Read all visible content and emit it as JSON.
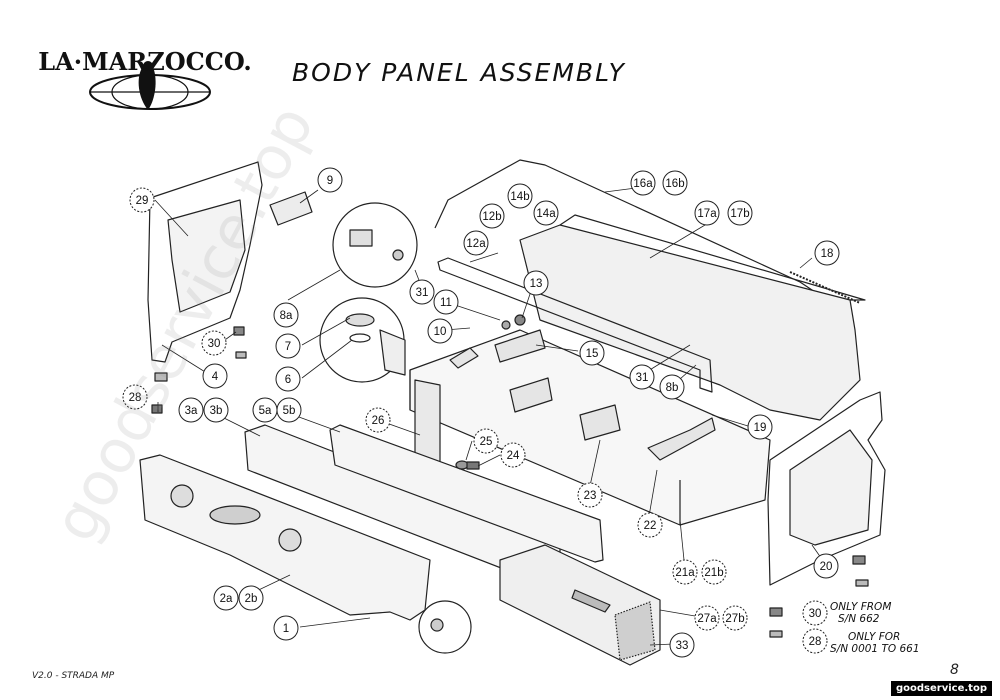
{
  "brand": {
    "logo_text": "LA·MARZOCCO."
  },
  "title": "BODY PANEL ASSEMBLY",
  "callouts": [
    {
      "id": "29",
      "solid": false
    },
    {
      "id": "9",
      "solid": true
    },
    {
      "id": "16a",
      "solid": true
    },
    {
      "id": "16b",
      "solid": true
    },
    {
      "id": "14b",
      "solid": true
    },
    {
      "id": "14a",
      "solid": true
    },
    {
      "id": "12b",
      "solid": true
    },
    {
      "id": "12a",
      "solid": true
    },
    {
      "id": "17a",
      "solid": true
    },
    {
      "id": "17b",
      "solid": true
    },
    {
      "id": "18",
      "solid": true
    },
    {
      "id": "13",
      "solid": true
    },
    {
      "id": "31",
      "solid": true
    },
    {
      "id": "8a",
      "solid": true
    },
    {
      "id": "11",
      "solid": true
    },
    {
      "id": "10",
      "solid": true
    },
    {
      "id": "7",
      "solid": true
    },
    {
      "id": "6",
      "solid": true
    },
    {
      "id": "30",
      "solid": false
    },
    {
      "id": "4",
      "solid": true
    },
    {
      "id": "15",
      "solid": true
    },
    {
      "id": "31",
      "solid": true
    },
    {
      "id": "8b",
      "solid": true
    },
    {
      "id": "28",
      "solid": false
    },
    {
      "id": "3a",
      "solid": true
    },
    {
      "id": "3b",
      "solid": true
    },
    {
      "id": "5a",
      "solid": true
    },
    {
      "id": "5b",
      "solid": true
    },
    {
      "id": "26",
      "solid": false
    },
    {
      "id": "19",
      "solid": true
    },
    {
      "id": "25",
      "solid": false
    },
    {
      "id": "24",
      "solid": false
    },
    {
      "id": "23",
      "solid": false
    },
    {
      "id": "22",
      "solid": false
    },
    {
      "id": "21a",
      "solid": false
    },
    {
      "id": "21b",
      "solid": false
    },
    {
      "id": "20",
      "solid": true
    },
    {
      "id": "2a",
      "solid": true
    },
    {
      "id": "2b",
      "solid": true
    },
    {
      "id": "1",
      "solid": true
    },
    {
      "id": "27a",
      "solid": false
    },
    {
      "id": "27b",
      "solid": false
    },
    {
      "id": "30",
      "solid": false
    },
    {
      "id": "33",
      "solid": true
    },
    {
      "id": "28",
      "solid": false
    }
  ],
  "notes": {
    "only_from_line1": "ONLY FROM",
    "only_from_line2": "S/N 662",
    "only_for_line1": "ONLY FOR",
    "only_for_line2": "S/N 0001 TO 661"
  },
  "footer": {
    "model": "V2.0 - STRADA MP",
    "page": "8"
  },
  "watermark": "goodservice.top",
  "site_badge": "goodservice.top"
}
